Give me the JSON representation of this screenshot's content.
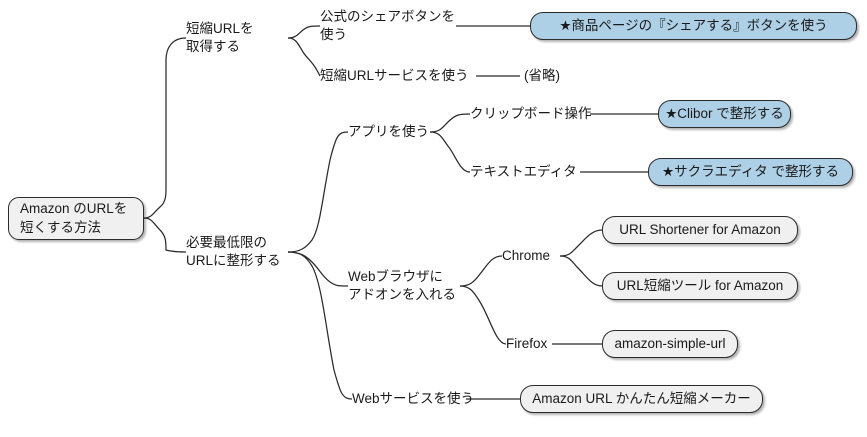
{
  "diagram": {
    "type": "mind-map",
    "title": "Amazon のURLを短くする方法",
    "background_color": "#ffffff",
    "accent_color": "#aed0e6",
    "box_fill_color": "#f0f0f0",
    "border_color": "#2b2b2b",
    "text_color": "#1a1a1a"
  },
  "nodes": {
    "root": {
      "label": "Amazon のURLを\n短くする方法"
    },
    "b1": {
      "label": "短縮URLを\n取得する"
    },
    "b1c1": {
      "label": "公式のシェアボタンを使う"
    },
    "b1c1leaf": {
      "label": "★商品ページの『シェアする』ボタンを使う"
    },
    "b1c2": {
      "label": "短縮URLサービスを使う"
    },
    "b1c2leaf": {
      "label": "(省略)"
    },
    "b2": {
      "label": "必要最低限の\nURLに整形する"
    },
    "b2c1": {
      "label": "アプリを使う"
    },
    "b2c1a": {
      "label": "クリップボード操作"
    },
    "b2c1aleaf": {
      "label": "★Clibor で整形する"
    },
    "b2c1b": {
      "label": "テキストエディタ"
    },
    "b2c1bleaf": {
      "label": "★サクラエディタ で整形する"
    },
    "b2c2": {
      "label": "Webブラウザに\nアドオンを入れる"
    },
    "b2c2a": {
      "label": "Chrome"
    },
    "b2c2a1": {
      "label": "URL Shortener for Amazon"
    },
    "b2c2a2": {
      "label": "URL短縮ツール for Amazon"
    },
    "b2c2b": {
      "label": "Firefox"
    },
    "b2c2b1": {
      "label": "amazon-simple-url"
    },
    "b2c3": {
      "label": "Webサービスを使う"
    },
    "b2c3leaf": {
      "label": "Amazon URL かんたん短縮メーカー"
    }
  }
}
